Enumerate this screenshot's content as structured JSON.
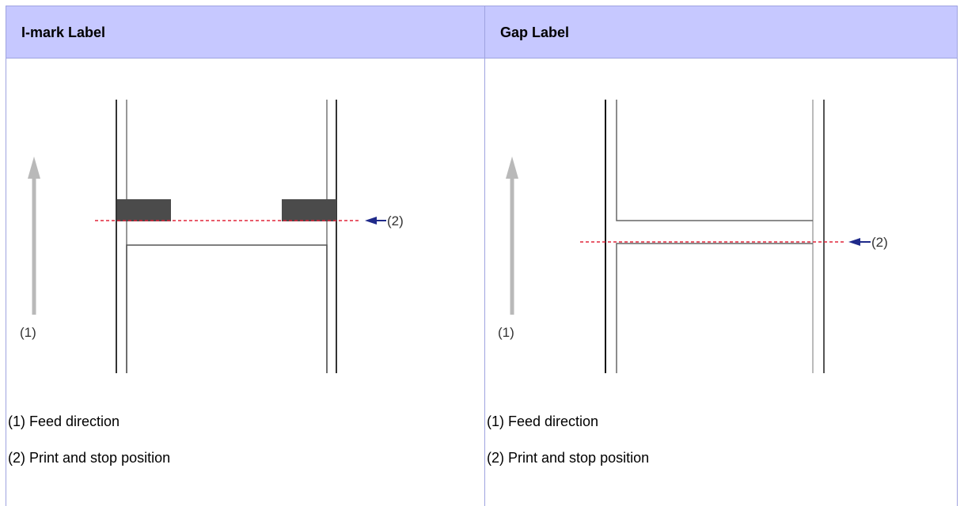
{
  "columns": [
    {
      "title": "I-mark Label",
      "figure": {
        "feed_label": "(1)",
        "position_label": "(2)"
      },
      "notes": [
        "(1) Feed direction",
        "(2) Print and stop position"
      ]
    },
    {
      "title": "Gap Label",
      "figure": {
        "feed_label": "(1)",
        "position_label": "(2)"
      },
      "notes": [
        "(1) Feed direction",
        "(2) Print and stop position"
      ]
    }
  ],
  "colors": {
    "header_bg": "#c6c8ff",
    "border": "#9fa3e0",
    "stop_line": "#e0253a",
    "pointer_arrow": "#1f2a8a",
    "feed_arrow": "#b9b9b9",
    "mark": "#4b4b4b"
  }
}
